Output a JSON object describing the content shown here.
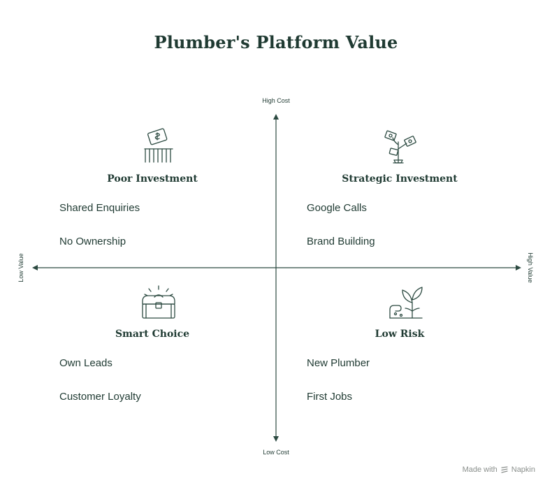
{
  "title": "Plumber's Platform Value",
  "axes": {
    "top": "High Cost",
    "bottom": "Low Cost",
    "left": "Low Value",
    "right": "High Value"
  },
  "quadrants": {
    "top_left": {
      "title": "Poor Investment",
      "icon": "money-shredder-icon",
      "items": [
        "Shared Enquiries",
        "No Ownership"
      ]
    },
    "top_right": {
      "title": "Strategic Investment",
      "icon": "money-plant-icon",
      "items": [
        "Google Calls",
        "Brand Building"
      ]
    },
    "bottom_left": {
      "title": "Smart Choice",
      "icon": "treasure-chest-icon",
      "items": [
        "Own Leads",
        "Customer Loyalty"
      ]
    },
    "bottom_right": {
      "title": "Low Risk",
      "icon": "seedling-icon",
      "items": [
        "New Plumber",
        "First Jobs"
      ]
    }
  },
  "footer": {
    "made_with": "Made with",
    "brand": "Napkin"
  },
  "colors": {
    "text": "#1f3a32",
    "axis": "#2c4a41",
    "footer": "#8a8f8c"
  }
}
